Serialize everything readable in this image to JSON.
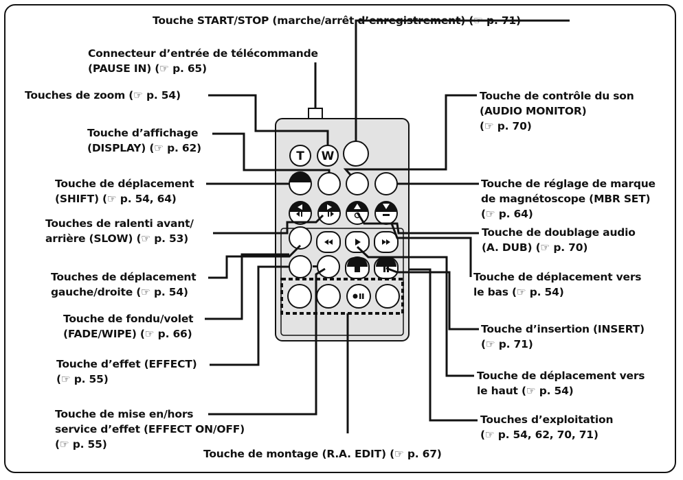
{
  "colors": {
    "remote_fill": "#e3e3e3",
    "stroke": "#111111",
    "dotted": "#111111"
  },
  "labels": {
    "start_stop": {
      "lines": [
        "Touche START/STOP (marche/arrêt d’enregistrement) (☞ p. 71)"
      ]
    },
    "pause_in": {
      "lines": [
        "Connecteur d’entrée de télécommande",
        "(PAUSE IN) (☞ p. 65)"
      ]
    },
    "zoom": {
      "lines": [
        "Touches de zoom (☞ p. 54)"
      ]
    },
    "display": {
      "lines": [
        "Touche d’affichage",
        "(DISPLAY) (☞ p. 62)"
      ]
    },
    "shift": {
      "lines": [
        "Touche de déplacement",
        "(SHIFT) (☞ p. 54, 64)"
      ]
    },
    "slow": {
      "lines": [
        "Touches de ralenti avant/",
        "arrière (SLOW) (☞ p. 53)"
      ]
    },
    "left_right": {
      "lines": [
        "Touches de déplacement",
        "gauche/droite (☞ p. 54)"
      ]
    },
    "fade_wipe": {
      "lines": [
        "Touche de fondu/volet",
        "(FADE/WIPE) (☞ p. 66)"
      ]
    },
    "effect": {
      "lines": [
        "Touche d’effet (EFFECT)",
        "(☞ p. 55)"
      ]
    },
    "effect_onoff": {
      "lines": [
        "Touche de mise en/hors",
        "service d’effet (EFFECT ON/OFF)",
        "(☞ p. 55)"
      ]
    },
    "ra_edit": {
      "lines": [
        "Touche de montage (R.A. EDIT) (☞ p. 67)"
      ]
    },
    "audio_monitor": {
      "lines": [
        "Touche de contrôle du son",
        "(AUDIO MONITOR)",
        "(☞ p. 70)"
      ]
    },
    "mbr_set": {
      "lines": [
        "Touche de réglage de marque",
        "de magnétoscope (MBR SET)",
        "(☞ p. 64)"
      ]
    },
    "a_dub": {
      "lines": [
        "Touche de doublage audio",
        "(A. DUB) (☞ p. 70)"
      ]
    },
    "down": {
      "lines": [
        "Touche de déplacement vers",
        "le bas (☞ p. 54)"
      ]
    },
    "insert": {
      "lines": [
        "Touche d’insertion (INSERT)",
        "(☞ p. 71)"
      ]
    },
    "up": {
      "lines": [
        "Touche de déplacement vers",
        "le haut (☞ p. 54)"
      ]
    },
    "operation": {
      "lines": [
        "Touches d’exploitation",
        "(☞ p. 54, 62, 70, 71)"
      ]
    }
  },
  "buttons": {
    "zoom_t": "T",
    "zoom_w": "W"
  },
  "icons": [
    "rewind-icon",
    "play-icon",
    "fast-forward-icon",
    "stop-icon",
    "pause-icon",
    "record-pause-icon",
    "triangle-up-icon",
    "triangle-down-icon",
    "slow-reverse-icon",
    "slow-forward-icon",
    "pointing-hand-icon"
  ]
}
